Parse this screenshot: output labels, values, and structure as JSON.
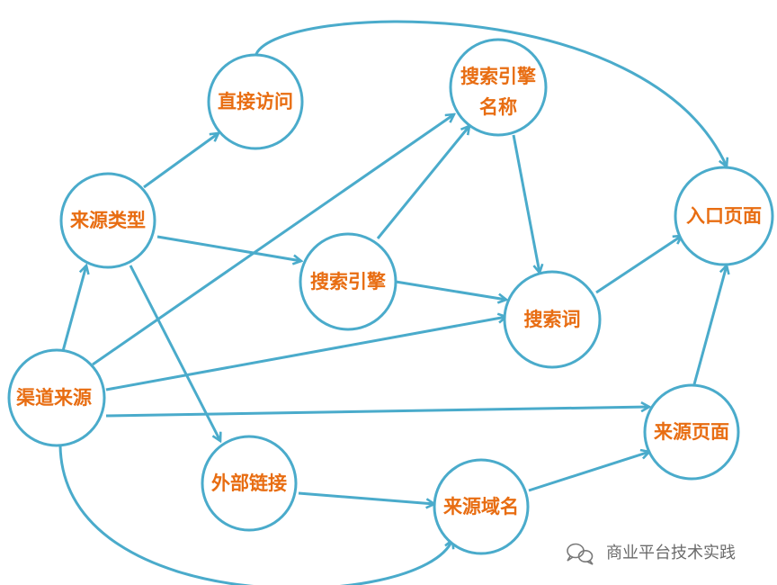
{
  "colors": {
    "edge": "#4aabcb",
    "node_stroke": "#4aabcb",
    "label": "#e86d12",
    "watermark": "#6b6b6b"
  },
  "nodes": {
    "direct_access": "直接访问",
    "search_engine_name_line1": "搜索引擎",
    "search_engine_name_line2": "名称",
    "entry_page": "入口页面",
    "source_type": "来源类型",
    "search_engine": "搜索引擎",
    "search_term": "搜索词",
    "channel_source": "渠道来源",
    "source_page": "来源页面",
    "external_link": "外部链接",
    "source_domain": "来源域名"
  },
  "watermark": {
    "icon": "wechat-icon",
    "text": "商业平台技术实践"
  }
}
